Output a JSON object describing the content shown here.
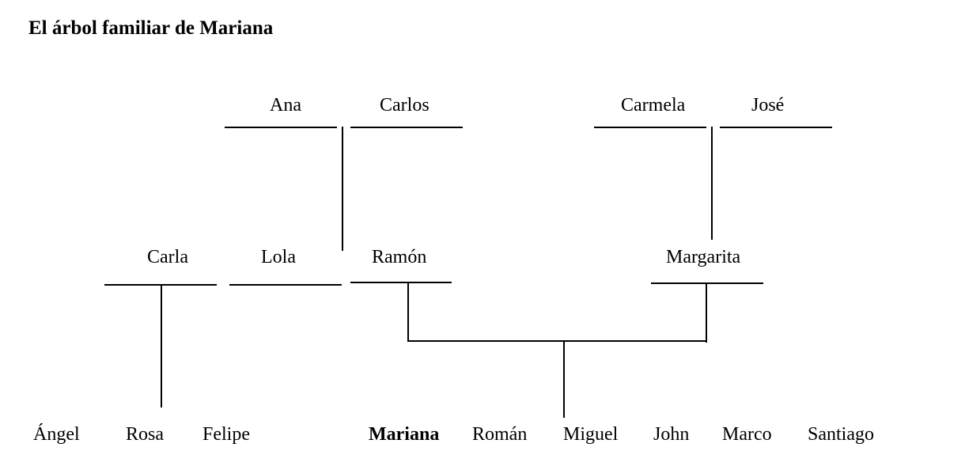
{
  "title": "El árbol familiar de Mariana",
  "grandparents": {
    "paternal": [
      "Ana",
      "Carlos"
    ],
    "maternal": [
      "Carmela",
      "José"
    ]
  },
  "parents_generation": [
    "Carla",
    "Lola",
    "Ramón",
    "Margarita"
  ],
  "children_generation": [
    "Ángel",
    "Rosa",
    "Felipe",
    "Mariana",
    "Román",
    "Miguel",
    "John",
    "Marco",
    "Santiago"
  ]
}
